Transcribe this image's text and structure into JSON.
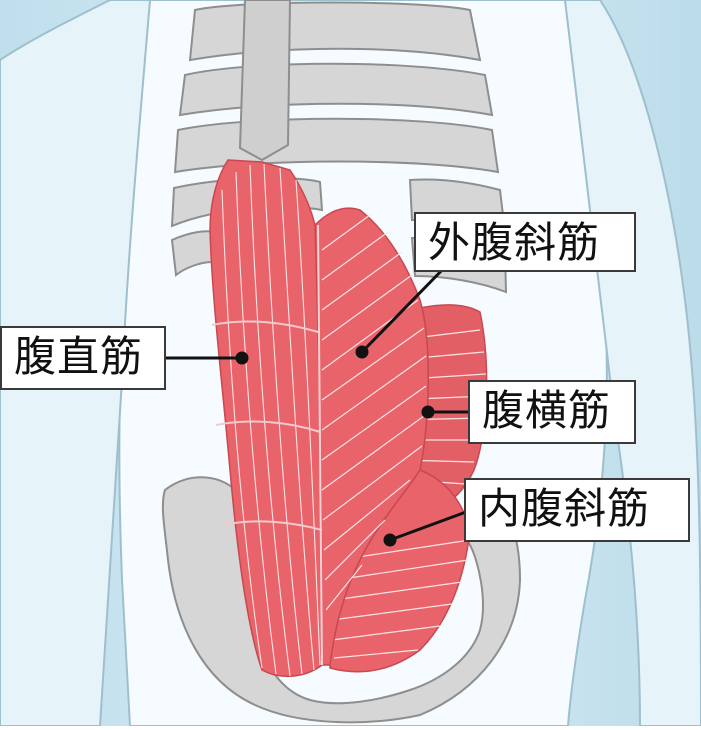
{
  "labels": {
    "external_oblique": "外腹斜筋",
    "rectus_abdominis": "腹直筋",
    "transversus_abdominis": "腹横筋",
    "internal_oblique": "内腹斜筋"
  },
  "colors": {
    "background": "#c9e4f0",
    "skin": "#f5fbfe",
    "bone": "#d6d6d6",
    "bone_outline": "#8e8e8e",
    "muscle": "#e8636a",
    "muscle_dark": "#d84a52",
    "fiber": "#fbe4e5",
    "leader": "#111111"
  }
}
